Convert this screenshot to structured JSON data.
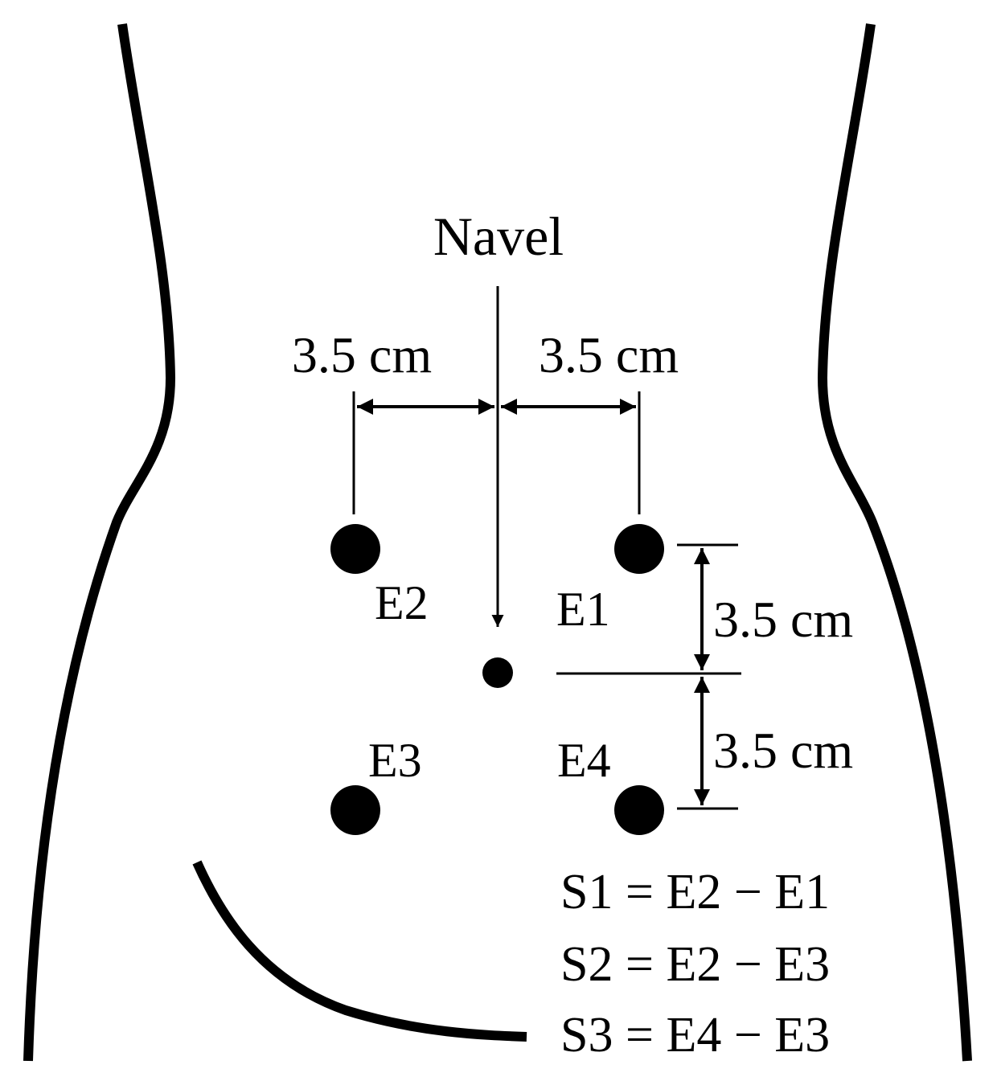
{
  "colors": {
    "ink": "#000000",
    "background": "#ffffff"
  },
  "navel_label": "Navel",
  "distance_labels": {
    "left_horizontal": "3.5 cm",
    "right_horizontal": "3.5 cm",
    "upper_vertical": "3.5 cm",
    "lower_vertical": "3.5 cm"
  },
  "electrodes": {
    "e1": "E1",
    "e2": "E2",
    "e3": "E3",
    "e4": "E4"
  },
  "signals": [
    "S1 = E2 − E1",
    "S2 = E2 − E3",
    "S3 = E4 − E3"
  ]
}
